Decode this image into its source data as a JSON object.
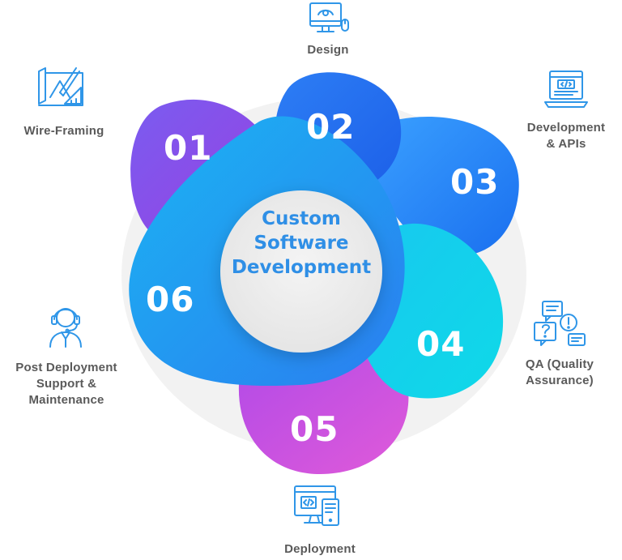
{
  "center": {
    "line1": "Custom",
    "line2": "Software",
    "line3": "Development"
  },
  "steps": [
    {
      "number": "01",
      "label": "Wire-Framing",
      "icon": "blueprint-ruler-icon"
    },
    {
      "number": "02",
      "label": "Design",
      "icon": "monitor-mouse-icon"
    },
    {
      "number": "03",
      "label_line1": "Development",
      "label_line2": "& APIs",
      "icon": "laptop-code-icon"
    },
    {
      "number": "04",
      "label_line1": "QA (Quality",
      "label_line2": "Assurance)",
      "icon": "chat-question-icon"
    },
    {
      "number": "05",
      "label": "Deployment",
      "icon": "devices-code-icon"
    },
    {
      "number": "06",
      "label_line1": "Post Deployment",
      "label_line2": "Support &",
      "label_line3": "Maintenance",
      "icon": "headset-support-icon"
    }
  ],
  "colors": {
    "label_text": "#5a5a5a",
    "icon_stroke": "#2f96e8",
    "center_text": "#2f8fe6",
    "center_fill": "#eeeeee"
  }
}
